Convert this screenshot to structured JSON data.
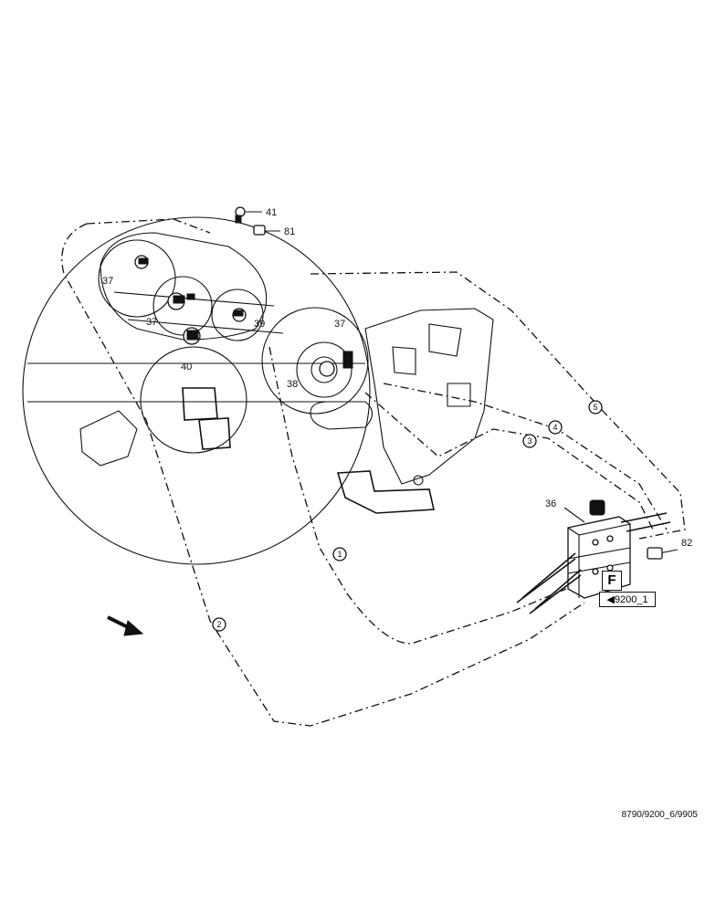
{
  "callouts": {
    "c41": "41",
    "c81": "81",
    "c37a": "37",
    "c37b": "37",
    "c37c": "37",
    "c39": "39",
    "c40": "40",
    "c38": "38",
    "c36": "36",
    "c82": "82"
  },
  "hoses": {
    "h1": "1",
    "h2": "2",
    "h3": "3",
    "h4": "4",
    "h5": "5"
  },
  "reference": {
    "section_letter": "F",
    "page_ref": "◀9200_1"
  },
  "footer_code": "8790/9200_6/9905"
}
